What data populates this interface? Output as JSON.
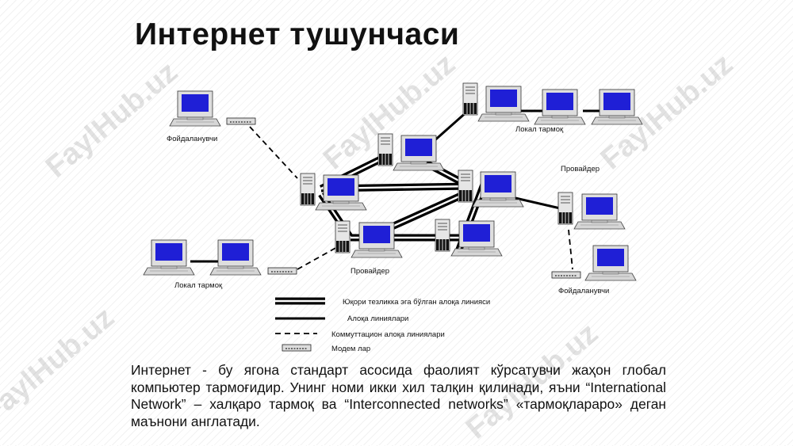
{
  "title": "Интернет тушунчаси",
  "watermark": "FaylHub.uz",
  "labels": {
    "user_left": "Фойдаланувчи",
    "local_net_top": "Локал тармоқ",
    "provider_right": "Провайдер",
    "local_net_bottom": "Локал тармоқ",
    "provider_bottom": "Провайдер",
    "user_right": "Фойдаланувчи"
  },
  "legend": {
    "high_speed": "Юқори тезликка эга бўлган алоқа линияси",
    "lines": "Алоқа линиялари",
    "switched": "Коммуттацион алоқа линиялари",
    "modems": "Модем лар"
  },
  "description": "Интернет - бу ягона стандарт асосида фаолият кўрсатувчи жаҳон глобал компьютер тармоғидир. Унинг номи икки хил талқин қилинади, яъни “International Network” – халқаро тармоқ ва “Interconnected networks” «тармоқлараро» деган маънони англатади.",
  "colors": {
    "screen": "#1f1fd6",
    "case": "#dcdcdc",
    "line": "#000000"
  }
}
